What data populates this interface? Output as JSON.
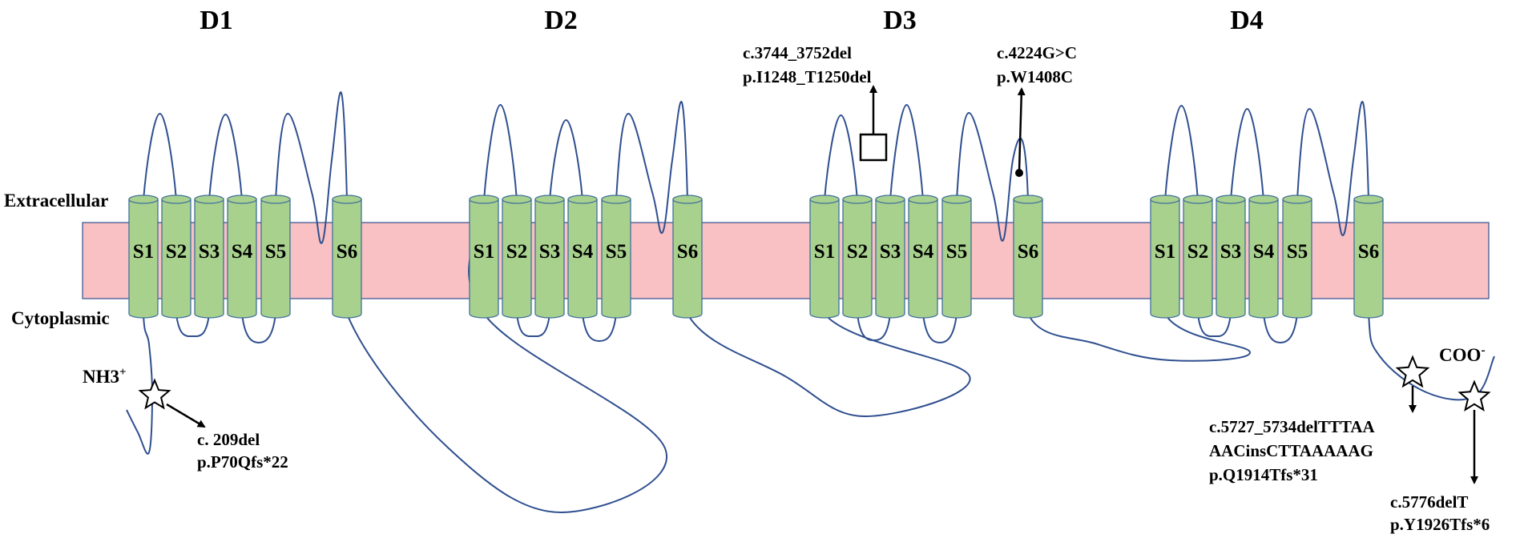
{
  "colors": {
    "membrane": "#f9c1c3",
    "membrane_stroke": "#2f4f8f",
    "segment_fill": "#a9d18e",
    "segment_stroke": "#41719c",
    "chain": "#2f4f8f",
    "text": "#000000"
  },
  "regions": {
    "extracellular": "Extracellular",
    "cytoplasmic": "Cytoplasmic"
  },
  "termini": {
    "n": "NH3",
    "n_sup": "+",
    "c": "COO",
    "c_sup": "-"
  },
  "domains": [
    {
      "label": "D1",
      "segments": [
        "S1",
        "S2",
        "S3",
        "S4",
        "S5",
        "S6"
      ]
    },
    {
      "label": "D2",
      "segments": [
        "S1",
        "S2",
        "S3",
        "S4",
        "S5",
        "S6"
      ]
    },
    {
      "label": "D3",
      "segments": [
        "S1",
        "S2",
        "S3",
        "S4",
        "S5",
        "S6"
      ]
    },
    {
      "label": "D4",
      "segments": [
        "S1",
        "S2",
        "S3",
        "S4",
        "S5",
        "S6"
      ]
    }
  ],
  "mutations": [
    {
      "marker": "star-icon",
      "lines": [
        "c. 209del",
        "p.P70Qfs*22"
      ]
    },
    {
      "marker": "square-icon",
      "lines": [
        "c.3744_3752del",
        "p.I1248_T1250del"
      ]
    },
    {
      "marker": "dot-icon",
      "lines": [
        "c.4224G>C",
        "p.W1408C"
      ]
    },
    {
      "marker": "star-icon",
      "lines": [
        "c.5727_5734delTTTAA",
        "AACinsCTTAAAAAG",
        "p.Q1914Tfs*31"
      ]
    },
    {
      "marker": "star-icon",
      "lines": [
        "c.5776delT",
        "p.Y1926Tfs*6"
      ]
    }
  ]
}
